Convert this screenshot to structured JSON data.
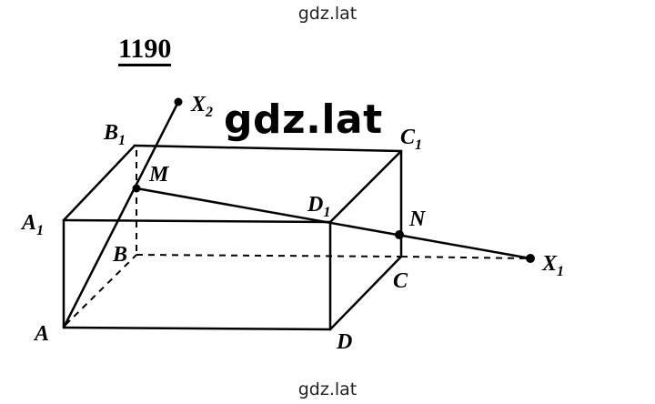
{
  "watermark_top": "gdz.lat",
  "watermark_middle": "gdz.lat",
  "watermark_bottom": "gdz.lat",
  "problem_number": "1190",
  "labels": {
    "A": "A",
    "B": "B",
    "C": "C",
    "D": "D",
    "A1": "A",
    "B1": "B",
    "C1": "C",
    "D1": "D",
    "M": "M",
    "N": "N",
    "X1": "X",
    "X2": "X",
    "sub1": "1",
    "sub2": "2"
  }
}
